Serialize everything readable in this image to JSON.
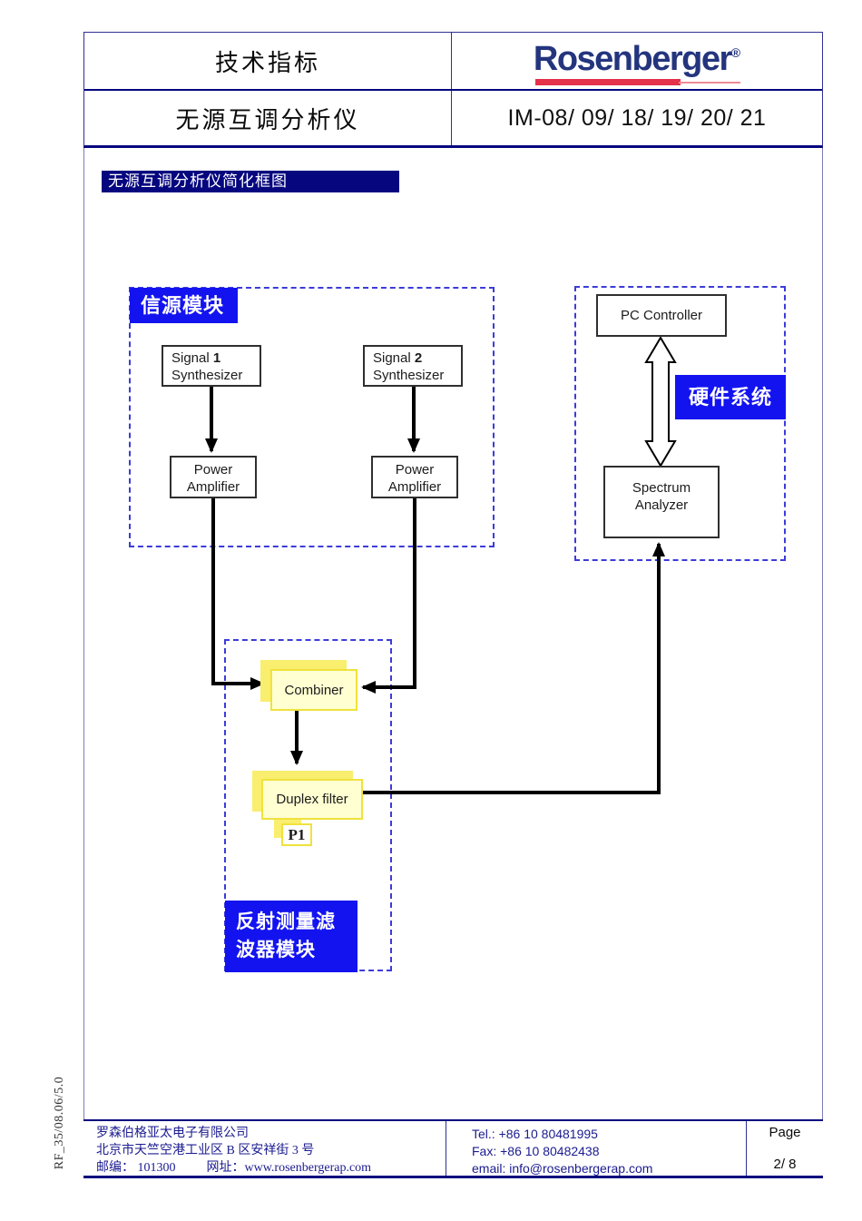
{
  "header": {
    "doc_type": "技术指标",
    "logo_text": "Rosenberger",
    "logo_reg": "®",
    "product_name": "无源互调分析仪",
    "model_numbers": "IM-08/ 09/ 18/ 19/ 20/ 21"
  },
  "section_title": "无源互调分析仪简化框图",
  "diagram": {
    "source_module_label": "信源模块",
    "hardware_system_label": "硬件系统",
    "filter_module_label": {
      "line1": "反射测量滤",
      "line2": "波器模块"
    },
    "signal1": {
      "prefix": "Signal ",
      "number": "1",
      "line2": "Synthesizer"
    },
    "signal2": {
      "prefix": "Signal ",
      "number": "2",
      "line2": "Synthesizer"
    },
    "power_amplifier": {
      "line1": "Power",
      "line2": "Amplifier"
    },
    "pc_controller": "PC Controller",
    "spectrum_analyzer": {
      "line1": "Spectrum",
      "line2": "Analyzer"
    },
    "combiner": "Combiner",
    "duplex_filter": "Duplex filter",
    "port_label": "P1"
  },
  "footer": {
    "company": "罗森伯格亚太电子有限公司",
    "address": "北京市天竺空港工业区 B 区安祥街 3 号",
    "postal": "邮编： 101300",
    "web": "网址：www.rosenbergerap.com",
    "tel": "Tel.: +86 10 80481995",
    "fax": "Fax: +86 10 80482438",
    "email": "email: info@rosenbergerap.com",
    "page_label": "Page",
    "page_value": "2/ 8"
  },
  "side_code": "RF_35/08.06/5.0",
  "colors": {
    "label_blue": "#1313f0",
    "navy": "#06067f",
    "dashed_blue": "#3c3cd8",
    "highlight_yellow": "#f9ee6e",
    "highlight_fill": "#ffffd2",
    "highlight_border": "#efe23c",
    "logo_blue": "#24357e",
    "logo_red": "#e5304a",
    "footer_text": "#1b1b90"
  }
}
